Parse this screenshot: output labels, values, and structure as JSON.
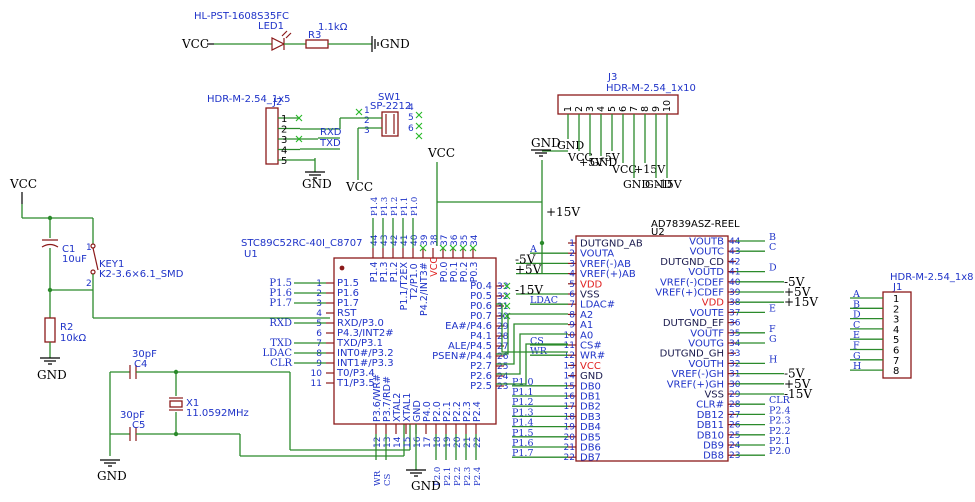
{
  "colors": {
    "wire": "#2b8a2b",
    "body": "#8b1a1a",
    "pin_blue": "#1f33c8",
    "pin_red": "#e02020",
    "dark": "#1a1a4d",
    "nc": "#27b827"
  },
  "led": {
    "part": "HL-PST-1608S35FC",
    "ref": "LED1"
  },
  "r3": {
    "ref": "R3",
    "value": "1.1kΩ"
  },
  "r2": {
    "ref": "R2",
    "value": "10kΩ"
  },
  "c1": {
    "ref": "C1",
    "value": "10uF"
  },
  "c4": {
    "ref": "C4",
    "value": "30pF"
  },
  "c5": {
    "ref": "C5",
    "value": "30pF"
  },
  "x1": {
    "ref": "X1",
    "value": "11.0592MHz"
  },
  "key": {
    "ref": "KEY1",
    "part": "K2-3.6×6.1_SMD"
  },
  "sw1": {
    "ref": "SW1",
    "part": "SP-2212"
  },
  "j2": {
    "part": "HDR-M-2.54_1x5",
    "ref": "J2",
    "pins": [
      "1",
      "2",
      "3",
      "4",
      "5"
    ],
    "nets": [
      "RXD",
      "TXD"
    ]
  },
  "j3": {
    "ref": "J3",
    "part": "HDR-M-2.54_1x10",
    "pins": [
      "1",
      "2",
      "3",
      "4",
      "5",
      "6",
      "7",
      "8",
      "9",
      "10"
    ],
    "nets": [
      "GND",
      "VCC",
      "+5V",
      "GND",
      "-5V",
      "VCC",
      "GND",
      "+15V",
      "GND",
      "-15V"
    ]
  },
  "j1": {
    "part": "HDR-M-2.54_1x8",
    "ref": "J1",
    "pins": [
      "1",
      "2",
      "3",
      "4",
      "5",
      "6",
      "7",
      "8"
    ],
    "nets": [
      "A",
      "B",
      "D",
      "C",
      "E",
      "F",
      "G",
      "H"
    ]
  },
  "power": {
    "vcc": "VCC",
    "gnd": "GND",
    "p15": "+15V",
    "m15": "-15V",
    "p5": "+5V",
    "m5": "-5V"
  },
  "u1": {
    "part": "STC89C52RC-40I_C8707",
    "ref": "U1",
    "left": [
      {
        "num": "1",
        "name": "P1.5",
        "net": "P1.5"
      },
      {
        "num": "2",
        "name": "P1.6",
        "net": "P1.6"
      },
      {
        "num": "3",
        "name": "P1.7",
        "net": "P1.7"
      },
      {
        "num": "4",
        "name": "RST",
        "net": ""
      },
      {
        "num": "5",
        "name": "RXD/P3.0",
        "net": "RXD"
      },
      {
        "num": "6",
        "name": "P4.3/INT2#",
        "net": ""
      },
      {
        "num": "7",
        "name": "TXD/P3.1",
        "net": "TXD"
      },
      {
        "num": "8",
        "name": "INT0#/P3.2",
        "net": "LDAC"
      },
      {
        "num": "9",
        "name": "INT1#/P3.3",
        "net": "CLR"
      },
      {
        "num": "10",
        "name": "T0/P3.4",
        "net": ""
      },
      {
        "num": "11",
        "name": "T1/P3.5",
        "net": ""
      }
    ],
    "top": [
      {
        "num": "44",
        "name": "P1.4",
        "net": "P1.4"
      },
      {
        "num": "43",
        "name": "P1.3",
        "net": "P1.3"
      },
      {
        "num": "42",
        "name": "P1.2",
        "net": "P1.2"
      },
      {
        "num": "41",
        "name": "P1.1/T2EX",
        "net": "P1.1"
      },
      {
        "num": "40",
        "name": "T2/P1.0",
        "net": "P1.0"
      },
      {
        "num": "39",
        "name": "P4.2/INT3#",
        "net": ""
      },
      {
        "num": "38",
        "name": "VCC",
        "net": ""
      },
      {
        "num": "37",
        "name": "P0.0",
        "net": ""
      },
      {
        "num": "36",
        "name": "P0.1",
        "net": ""
      },
      {
        "num": "35",
        "name": "P0.2",
        "net": ""
      },
      {
        "num": "34",
        "name": "P0.3",
        "net": ""
      }
    ],
    "right": [
      {
        "num": "33",
        "name": "P0.4",
        "net": ""
      },
      {
        "num": "32",
        "name": "P0.5",
        "net": ""
      },
      {
        "num": "31",
        "name": "P0.6",
        "net": ""
      },
      {
        "num": "30",
        "name": "P0.7",
        "net": ""
      },
      {
        "num": "29",
        "name": "EA#/P4.6",
        "net": ""
      },
      {
        "num": "28",
        "name": "P4.1",
        "net": ""
      },
      {
        "num": "27",
        "name": "ALE/P4.5",
        "net": ""
      },
      {
        "num": "26",
        "name": "PSEN#/P4.4",
        "net": ""
      },
      {
        "num": "25",
        "name": "P2.7",
        "net": ""
      },
      {
        "num": "24",
        "name": "P2.6",
        "net": ""
      },
      {
        "num": "23",
        "name": "P2.5",
        "net": ""
      }
    ],
    "bottom": [
      {
        "num": "12",
        "name": "P3.6/WR#",
        "net": "WR"
      },
      {
        "num": "13",
        "name": "P3.7/RD#",
        "net": "CS"
      },
      {
        "num": "14",
        "name": "XTAL2",
        "net": ""
      },
      {
        "num": "15",
        "name": "XTAL1",
        "net": ""
      },
      {
        "num": "16",
        "name": "GND",
        "net": ""
      },
      {
        "num": "17",
        "name": "P4.0",
        "net": ""
      },
      {
        "num": "18",
        "name": "P2.0",
        "net": "P2.0"
      },
      {
        "num": "19",
        "name": "P2.1",
        "net": "P2.1"
      },
      {
        "num": "20",
        "name": "P2.2",
        "net": "P2.2"
      },
      {
        "num": "21",
        "name": "P2.3",
        "net": "P2.3"
      },
      {
        "num": "22",
        "name": "P2.4",
        "net": "P2.4"
      }
    ]
  },
  "u2": {
    "part": "AD7839ASZ-REEL",
    "ref": "U2",
    "left": [
      {
        "num": "1",
        "name": "DUTGND_AB",
        "net": "",
        "color": "dark"
      },
      {
        "num": "2",
        "name": "VOUTA",
        "net": "A",
        "color": "blue"
      },
      {
        "num": "3",
        "name": "VREF(-)AB",
        "net": "-5V",
        "color": "blue"
      },
      {
        "num": "4",
        "name": "VREF(+)AB",
        "net": "+5V",
        "color": "blue"
      },
      {
        "num": "5",
        "name": "VDD",
        "net": "",
        "color": "red"
      },
      {
        "num": "6",
        "name": "VSS",
        "net": "-15V",
        "color": "dark"
      },
      {
        "num": "7",
        "name": "LDAC#",
        "net": "LDAC",
        "color": "blue"
      },
      {
        "num": "8",
        "name": "A2",
        "net": "",
        "color": "blue"
      },
      {
        "num": "9",
        "name": "A1",
        "net": "",
        "color": "blue"
      },
      {
        "num": "10",
        "name": "A0",
        "net": "",
        "color": "blue"
      },
      {
        "num": "11",
        "name": "CS#",
        "net": "CS",
        "color": "blue"
      },
      {
        "num": "12",
        "name": "WR#",
        "net": "WR",
        "color": "blue"
      },
      {
        "num": "13",
        "name": "VCC",
        "net": "",
        "color": "red"
      },
      {
        "num": "14",
        "name": "GND",
        "net": "",
        "color": "dark"
      },
      {
        "num": "15",
        "name": "DB0",
        "net": "P1.0",
        "color": "blue"
      },
      {
        "num": "16",
        "name": "DB1",
        "net": "P1.1",
        "color": "blue"
      },
      {
        "num": "17",
        "name": "DB2",
        "net": "P1.2",
        "color": "blue"
      },
      {
        "num": "18",
        "name": "DB3",
        "net": "P1.3",
        "color": "blue"
      },
      {
        "num": "19",
        "name": "DB4",
        "net": "P1.4",
        "color": "blue"
      },
      {
        "num": "20",
        "name": "DB5",
        "net": "P1.5",
        "color": "blue"
      },
      {
        "num": "21",
        "name": "DB6",
        "net": "P1.6",
        "color": "blue"
      },
      {
        "num": "22",
        "name": "DB7",
        "net": "P1.7",
        "color": "blue"
      }
    ],
    "right": [
      {
        "num": "44",
        "name": "VOUTB",
        "net": "B",
        "color": "blue"
      },
      {
        "num": "43",
        "name": "VOUTC",
        "net": "C",
        "color": "blue"
      },
      {
        "num": "42",
        "name": "DUTGND_CD",
        "net": "",
        "color": "dark"
      },
      {
        "num": "41",
        "name": "VOUTD",
        "net": "D",
        "color": "blue"
      },
      {
        "num": "40",
        "name": "VREF(-)CDEF",
        "net": "-5V",
        "color": "blue"
      },
      {
        "num": "39",
        "name": "VREF(+)CDEF",
        "net": "+5V",
        "color": "blue"
      },
      {
        "num": "38",
        "name": "VDD",
        "net": "+15V",
        "color": "red"
      },
      {
        "num": "37",
        "name": "VOUTE",
        "net": "E",
        "color": "blue"
      },
      {
        "num": "36",
        "name": "DUTGND_EF",
        "net": "",
        "color": "dark"
      },
      {
        "num": "35",
        "name": "VOUTF",
        "net": "F",
        "color": "blue"
      },
      {
        "num": "34",
        "name": "VOUTG",
        "net": "G",
        "color": "blue"
      },
      {
        "num": "33",
        "name": "DUTGND_GH",
        "net": "",
        "color": "dark"
      },
      {
        "num": "32",
        "name": "VOUTH",
        "net": "H",
        "color": "blue"
      },
      {
        "num": "31",
        "name": "VREF(-)GH",
        "net": "-5V",
        "color": "blue"
      },
      {
        "num": "30",
        "name": "VREF(+)GH",
        "net": "+5V",
        "color": "blue"
      },
      {
        "num": "29",
        "name": "VSS",
        "net": "-15V",
        "color": "dark"
      },
      {
        "num": "28",
        "name": "CLR#",
        "net": "CLR",
        "color": "blue"
      },
      {
        "num": "27",
        "name": "DB12",
        "net": "P2.4",
        "color": "blue"
      },
      {
        "num": "26",
        "name": "DB11",
        "net": "P2.3",
        "color": "blue"
      },
      {
        "num": "25",
        "name": "DB10",
        "net": "P2.2",
        "color": "blue"
      },
      {
        "num": "24",
        "name": "DB9",
        "net": "P2.1",
        "color": "blue"
      },
      {
        "num": "23",
        "name": "DB8",
        "net": "P2.0",
        "color": "blue"
      }
    ]
  }
}
